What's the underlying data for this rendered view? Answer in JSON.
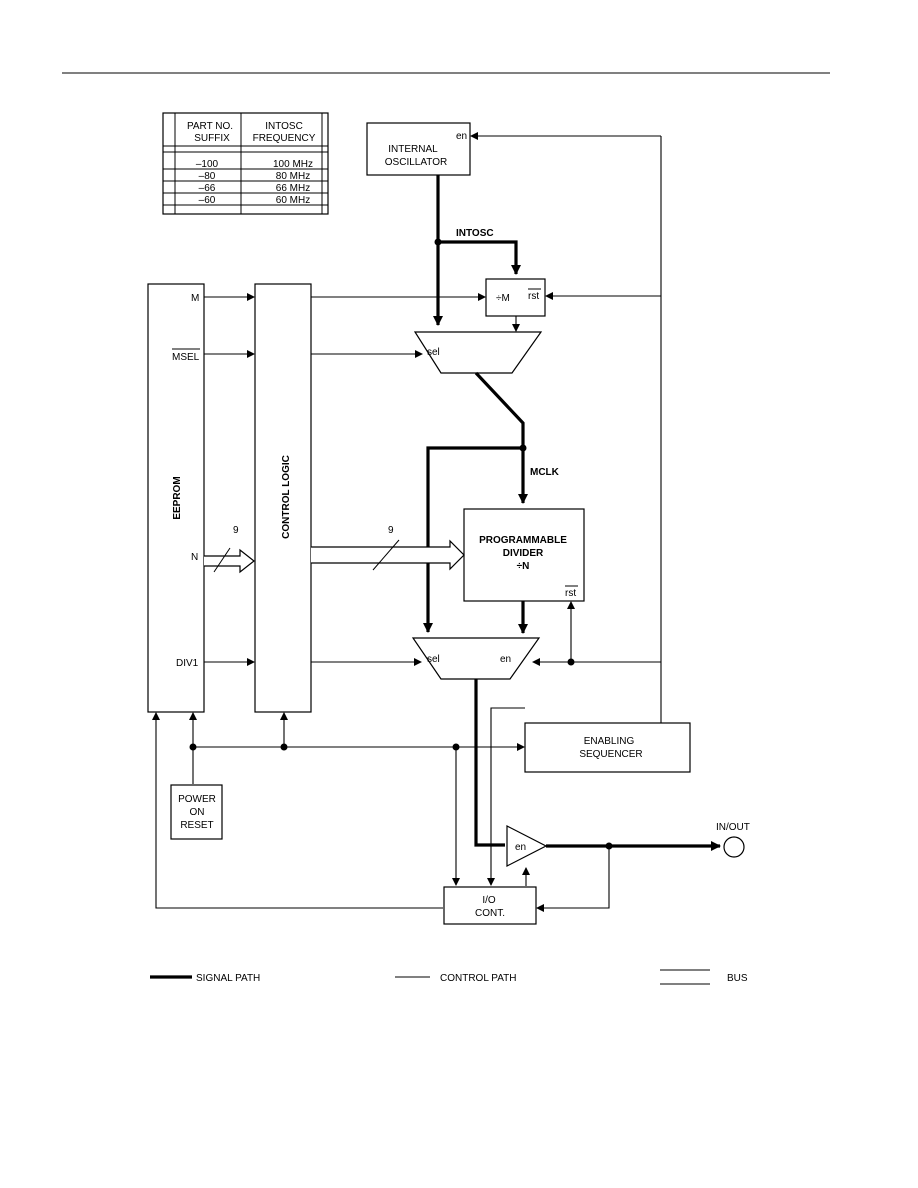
{
  "part_table": {
    "headers": [
      [
        "PART NO.",
        "SUFFIX"
      ],
      [
        "INTOSC",
        "FREQUENCY"
      ]
    ],
    "rows": [
      [
        "–100",
        "100 MHz"
      ],
      [
        "–80",
        "80 MHz"
      ],
      [
        "–66",
        "66 MHz"
      ],
      [
        "–60",
        "60 MHz"
      ]
    ]
  },
  "blocks": {
    "internal_oscillator": {
      "lines": [
        "INTERNAL",
        "OSCILLATOR"
      ],
      "en": "en"
    },
    "divide_m": {
      "label": "÷M",
      "rst": "rst"
    },
    "eeprom": {
      "label": "EEPROM",
      "ports": {
        "m": "M",
        "msel": "MSEL",
        "n": "N",
        "div1": "DIV1"
      }
    },
    "control_logic": {
      "label": "CONTROL LOGIC"
    },
    "programmable_divider": {
      "lines": [
        "PROGRAMMABLE",
        "DIVIDER",
        "÷N"
      ],
      "rst": "rst"
    },
    "mux_top": {
      "sel": "sel"
    },
    "mux_bottom": {
      "sel": "sel",
      "en": "en"
    },
    "enabling_sequencer": {
      "lines": [
        "ENABLING",
        "SEQUENCER"
      ]
    },
    "power_on_reset": {
      "lines": [
        "POWER",
        "ON",
        "RESET"
      ]
    },
    "io_cont": {
      "lines": [
        "I/O",
        "CONT."
      ]
    },
    "buffer": {
      "en": "en"
    }
  },
  "signals": {
    "intosc": "INTOSC",
    "mclk": "MCLK",
    "in_out": "IN/OUT",
    "bus_width_1": "9",
    "bus_width_2": "9"
  },
  "legend": {
    "signal_path": "SIGNAL PATH",
    "control_path": "CONTROL PATH",
    "bus": "BUS"
  }
}
